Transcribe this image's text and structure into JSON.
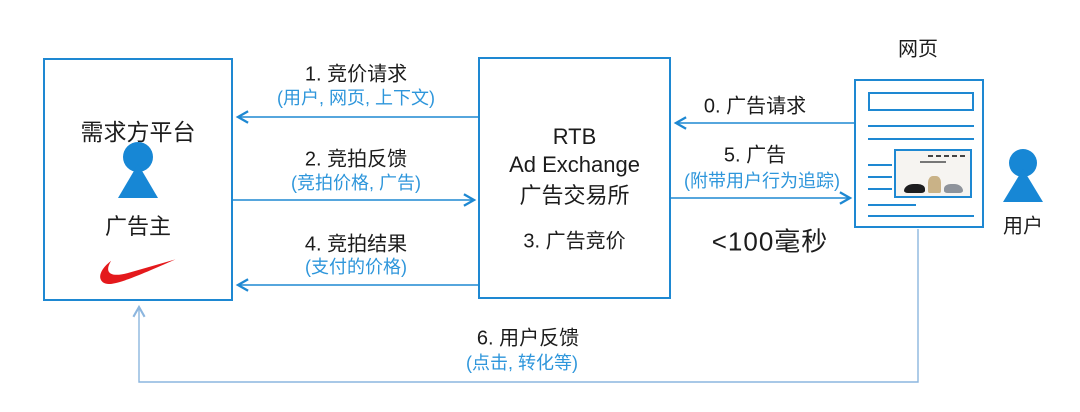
{
  "diagram_title": "RTB ad exchange real-time bidding flow",
  "dsp_box": {
    "title": "需求方平台",
    "subtitle": "广告主",
    "person_icon": "advertiser-person-icon",
    "brand_icon": "nike-swoosh-logo"
  },
  "exchange_box": {
    "line1": "RTB",
    "line2": "Ad Exchange",
    "line3": "广告交易所",
    "step": "3. 广告竞价"
  },
  "webpage": {
    "label": "网页",
    "ad_icon": "nike-shoes-ad-thumbnail"
  },
  "user": {
    "label": "用户",
    "person_icon": "user-person-icon"
  },
  "arrows": {
    "a1": {
      "title": "1. 竞价请求",
      "detail": "(用户, 网页, 上下文)",
      "direction": "exchange-to-dsp"
    },
    "a2": {
      "title": "2. 竞拍反馈",
      "detail": "(竞拍价格, 广告)",
      "direction": "dsp-to-exchange"
    },
    "a4": {
      "title": "4. 竞拍结果",
      "detail": "(支付的价格)",
      "direction": "exchange-to-dsp"
    },
    "a0": {
      "title": "0. 广告请求",
      "direction": "webpage-to-exchange"
    },
    "a5": {
      "title": "5. 广告",
      "detail": "(附带用户行为追踪)",
      "direction": "exchange-to-webpage"
    },
    "a6": {
      "title": "6. 用户反馈",
      "detail": "(点击, 转化等)",
      "direction": "webpage-to-dsp"
    },
    "latency": "<100毫秒"
  },
  "colors": {
    "line_blue": "#1e88d2",
    "text_blue": "#2e96db",
    "loop_blue": "#8cb6df",
    "icon_blue": "#1787d5",
    "nike_red": "#e4191c",
    "text_black": "#1c1c1c"
  }
}
